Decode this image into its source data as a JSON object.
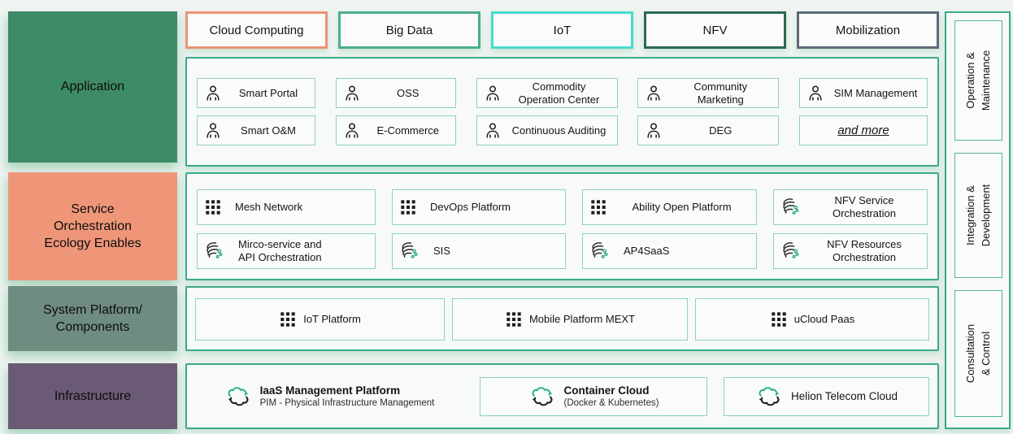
{
  "palette": {
    "container_border": "#3aa98a",
    "item_border": "#8ed1be",
    "rail_inner_border": "#54b496",
    "page_bg": "#eff4f1",
    "box_bg": "#fafcfb",
    "green_accent": "#2eb388",
    "layer_application": "#3e8b67",
    "layer_service": "#ef9679",
    "layer_system": "#6f8c81",
    "layer_infrastructure": "#6b5a76",
    "tab_cloud_computing": "#ec9277",
    "tab_big_data": "#4cae8c",
    "tab_iot": "#47dccd",
    "tab_nfv": "#2e6852",
    "tab_mobilization": "#5d6979"
  },
  "tabs": [
    {
      "label": "Cloud Computing",
      "border": "#ec9277"
    },
    {
      "label": "Big Data",
      "border": "#4cae8c"
    },
    {
      "label": "IoT",
      "border": "#47dccd"
    },
    {
      "label": "NFV",
      "border": "#2e6852"
    },
    {
      "label": "Mobilization",
      "border": "#5d6979"
    }
  ],
  "left_layers": [
    {
      "label": "Application",
      "color": "#3e8b67"
    },
    {
      "label": "Service\nOrchestration\nEcology Enables",
      "color": "#ef9679"
    },
    {
      "label": "System Platform/\nComponents",
      "color": "#6f8c81"
    },
    {
      "label": "Infrastructure",
      "color": "#6b5a76"
    }
  ],
  "application": {
    "items": [
      {
        "label": "Smart Portal",
        "icon": "person-icon"
      },
      {
        "label": "OSS",
        "icon": "person-icon"
      },
      {
        "label": "Commodity\nOperation Center",
        "icon": "person-icon"
      },
      {
        "label": "Community\nMarketing",
        "icon": "person-icon"
      },
      {
        "label": "SIM Management",
        "icon": "person-icon"
      },
      {
        "label": "Smart O&M",
        "icon": "person-icon"
      },
      {
        "label": "E-Commerce",
        "icon": "person-icon"
      },
      {
        "label": "Continuous Auditing",
        "icon": "person-icon"
      },
      {
        "label": "DEG",
        "icon": "person-icon"
      },
      {
        "label": "and more",
        "icon": "none"
      }
    ]
  },
  "service": {
    "items": [
      {
        "label": "Mesh Network",
        "icon": "grid-dots-icon"
      },
      {
        "label": "DevOps Platform",
        "icon": "grid-dots-icon"
      },
      {
        "label": "Ability Open Platform",
        "icon": "grid-dots-icon"
      },
      {
        "label": "NFV Service\nOrchestration",
        "icon": "orchestration-swirl-icon"
      },
      {
        "label": "Mirco-service and\nAPI Orchestration",
        "icon": "orchestration-swirl-icon"
      },
      {
        "label": "SIS",
        "icon": "orchestration-swirl-icon"
      },
      {
        "label": "AP4SaaS",
        "icon": "orchestration-swirl-icon"
      },
      {
        "label": "NFV Resources\nOrchestration",
        "icon": "orchestration-swirl-icon"
      }
    ]
  },
  "system": {
    "items": [
      {
        "label": "IoT Platform",
        "icon": "grid-dots-icon"
      },
      {
        "label": "Mobile Platform MEXT",
        "icon": "grid-dots-icon"
      },
      {
        "label": "uCloud Paas",
        "icon": "grid-dots-icon"
      }
    ]
  },
  "infrastructure": {
    "items": [
      {
        "title": "IaaS Management Platform",
        "subtitle": "PIM - Physical Infrastructure Management",
        "icon": "cloud-sync-icon"
      },
      {
        "title": "Container Cloud",
        "subtitle": "(Docker & Kubernetes)",
        "icon": "cloud-sync-icon"
      },
      {
        "title": "Helion Telecom Cloud",
        "subtitle": "",
        "icon": "cloud-sync-icon"
      }
    ]
  },
  "right_rail": {
    "items": [
      {
        "label": "Operation &\nMaintenance"
      },
      {
        "label": "Integration &\nDevelopment"
      },
      {
        "label": "Consultation & Control"
      }
    ]
  }
}
